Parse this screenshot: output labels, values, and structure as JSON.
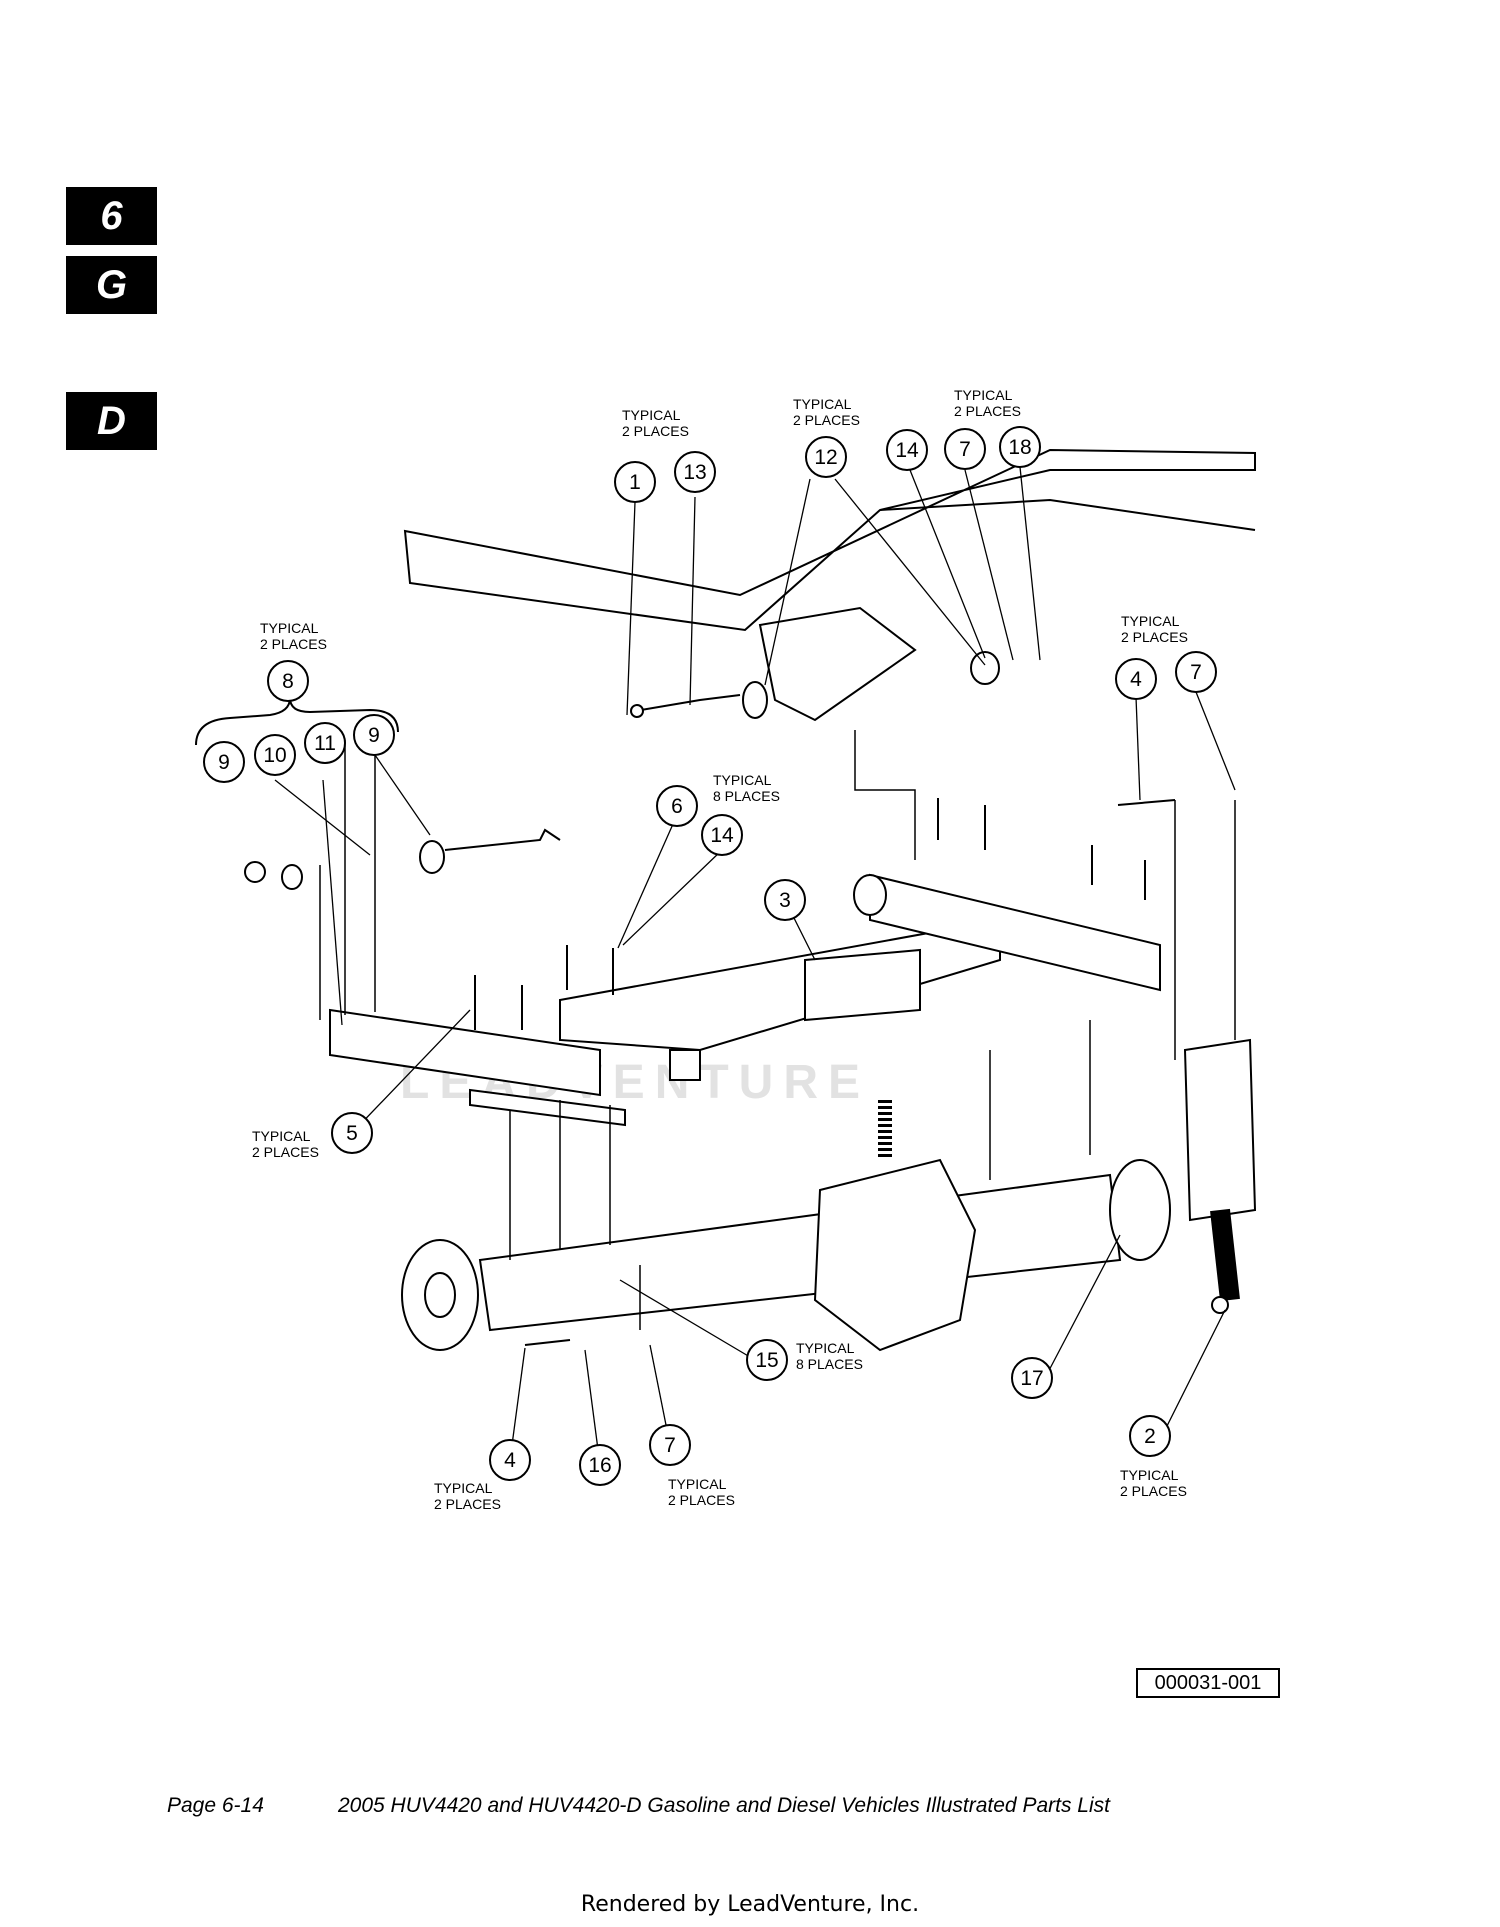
{
  "section_tabs": [
    {
      "id": "tab-6",
      "label": "6"
    },
    {
      "id": "tab-g",
      "label": "G"
    },
    {
      "id": "tab-d",
      "label": "D"
    }
  ],
  "figure_id": "000031-001",
  "footer": {
    "page": "Page 6-14",
    "title": "2005 HUV4420 and HUV4420-D Gasoline and Diesel Vehicles Illustrated Parts List"
  },
  "rendered_by": "Rendered by LeadVenture, Inc.",
  "watermark": "LEADVENTURE",
  "callouts": [
    "1",
    "13",
    "12",
    "14",
    "7",
    "18",
    "8",
    "9",
    "10",
    "11",
    "9",
    "6",
    "14",
    "3",
    "4",
    "7",
    "5",
    "15",
    "17",
    "2",
    "4",
    "16",
    "7"
  ],
  "notes": {
    "n1": [
      "TYPICAL",
      "2 PLACES"
    ],
    "n2": [
      "TYPICAL",
      "2 PLACES"
    ],
    "n3": [
      "TYPICAL",
      "2 PLACES"
    ],
    "n4": [
      "TYPICAL",
      "2 PLACES"
    ],
    "n5": [
      "TYPICAL",
      "8 PLACES"
    ],
    "n6": [
      "TYPICAL",
      "2 PLACES"
    ],
    "n7": [
      "TYPICAL",
      "2 PLACES"
    ],
    "n8": [
      "TYPICAL",
      "8 PLACES"
    ],
    "n9": [
      "TYPICAL",
      "2 PLACES"
    ],
    "n10": [
      "TYPICAL",
      "2 PLACES"
    ],
    "n11": [
      "TYPICAL",
      "2 PLACES"
    ]
  }
}
